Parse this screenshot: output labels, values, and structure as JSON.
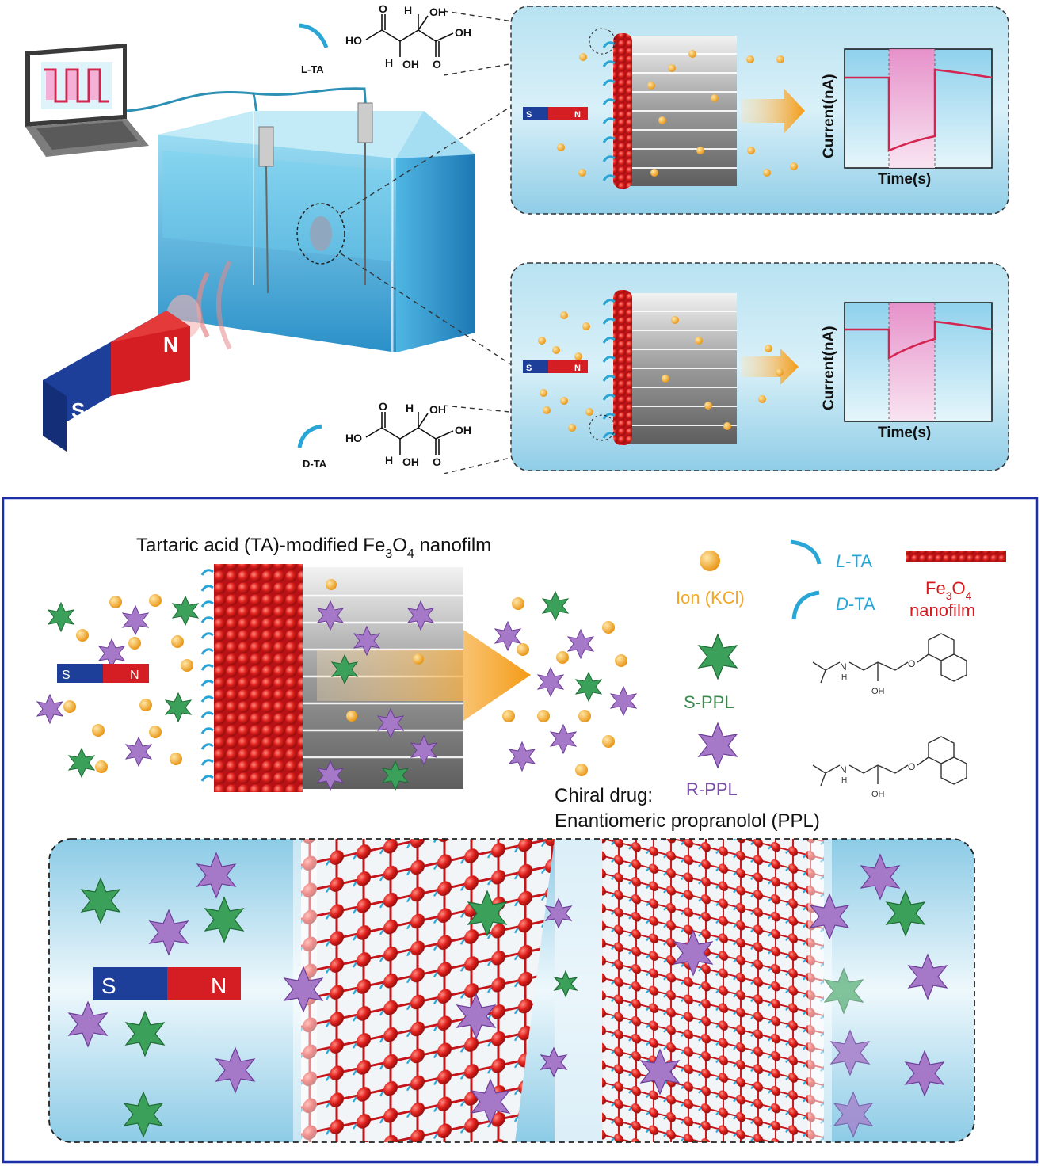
{
  "top": {
    "l_ta_label": "L-TA",
    "d_ta_label": "D-TA",
    "chem": {
      "ho": "HO",
      "oh": "OH",
      "h": "H",
      "o": "O"
    },
    "magnet": {
      "s": "S",
      "n": "N"
    },
    "panel_upper": {
      "ylabel": "Current(nA)",
      "xlabel": "Time(s)"
    },
    "panel_lower": {
      "ylabel": "Current(nA)",
      "xlabel": "Time(s)"
    }
  },
  "bottom": {
    "title_main": "Tartaric acid (TA)-modified Fe",
    "title_sub1": "3",
    "title_mid": "O",
    "title_sub2": "4",
    "title_end": " nanofilm",
    "magnet": {
      "s": "S",
      "n": "N"
    },
    "legend": {
      "ion": "Ion (KCl)",
      "l_ta_italic": "L",
      "l_ta_rest": "-TA",
      "d_ta_italic": "D",
      "d_ta_rest": "-TA",
      "fe_main": "Fe",
      "fe_sub1": "3",
      "fe_mid": "O",
      "fe_sub2": "4",
      "fe_line2": "nanofilm",
      "s_ppl": "S-PPL",
      "r_ppl": "R-PPL",
      "mol_n": "N",
      "mol_h": "H",
      "mol_oh": "OH",
      "mol_o": "O"
    },
    "chiral_line1": "Chiral drug:",
    "chiral_line2": "Enantiomeric propranolol (PPL)",
    "lower_magnet": {
      "s": "S",
      "n": "N"
    }
  },
  "colors": {
    "water": "#5cc3e8",
    "water_dark": "#2a8fc4",
    "fe3o4": "#d8191e",
    "ta": "#2aa6d6",
    "ion": "#f3a625",
    "arrow": "#f6a21e",
    "s_ppl": "#3aa05a",
    "r_ppl": "#a678c8",
    "magnet_s": "#1d3f9a",
    "magnet_n": "#d41e24",
    "frame": "#1b2fa8",
    "current": "#d42450"
  }
}
